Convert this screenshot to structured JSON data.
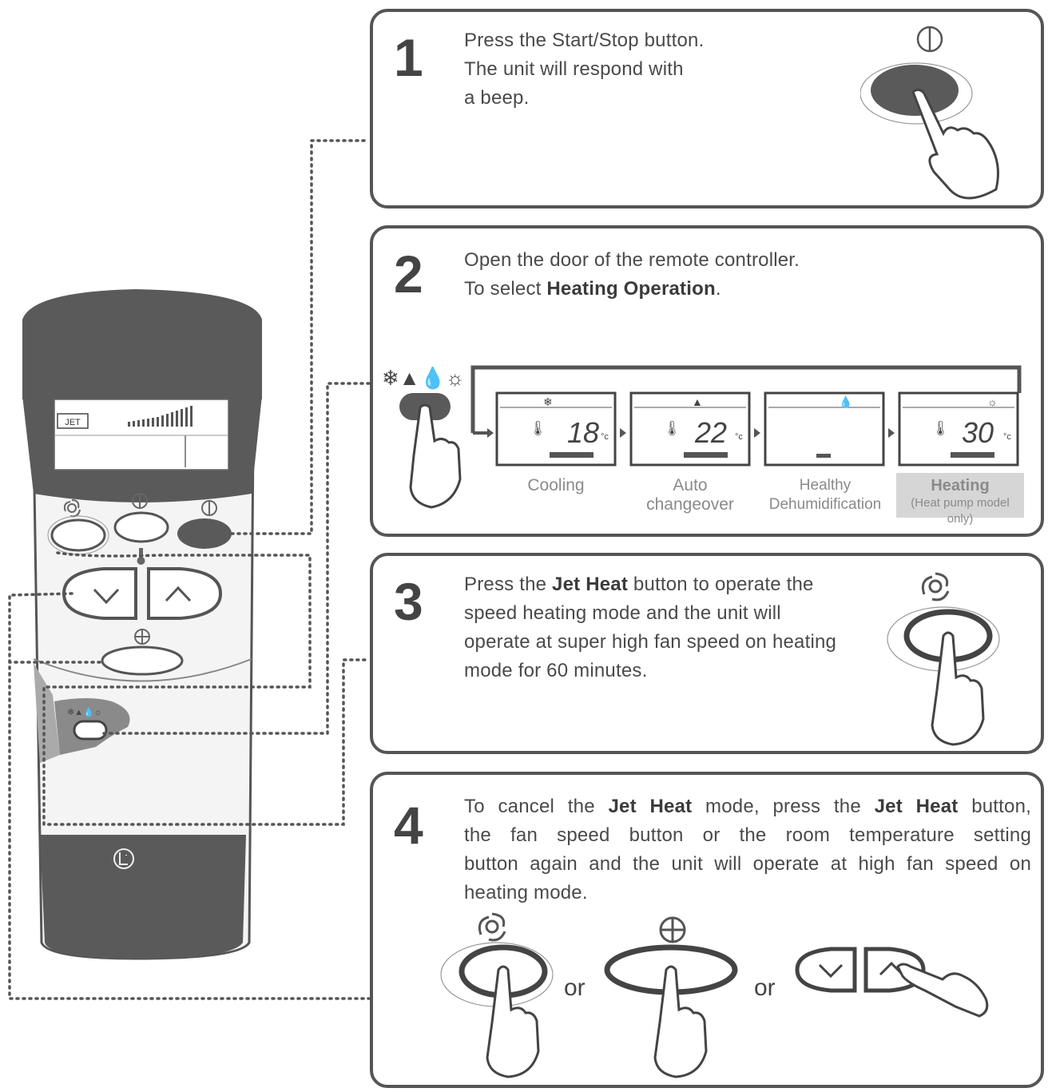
{
  "steps": [
    {
      "number": "1",
      "lines": [
        "Press the Start/Stop button.",
        "The unit will respond with",
        "a beep."
      ]
    },
    {
      "number": "2",
      "line1": "Open the door of the remote controller.",
      "line2_pre": "To select ",
      "line2_bold": "Heating Operation",
      "line2_post": "."
    },
    {
      "number": "3",
      "line1_pre": "Press the ",
      "line1_bold": "Jet Heat",
      "line1_post": " button to operate the",
      "line2": "speed heating mode and the unit will",
      "line3": "operate at super high fan speed on heating",
      "line4": "mode for 60 minutes."
    },
    {
      "number": "4",
      "line1_pre": "To cancel the ",
      "line1_bold1": "Jet Heat",
      "line1_mid": " mode, press the ",
      "line1_bold2": "Jet Heat",
      "line1_post": " button,",
      "line2": "the fan speed button or the room temperature setting",
      "line3": "button again and the unit will operate at high fan speed on",
      "line4": "heating mode.",
      "or_label": "or"
    }
  ],
  "modes": [
    {
      "label": "Cooling",
      "temp": "18",
      "unit": "°c"
    },
    {
      "label_line1": "Auto",
      "label_line2": "changeover",
      "temp": "22",
      "unit": "°c"
    },
    {
      "label_line1": "Healthy",
      "label_line2": "Dehumidification"
    },
    {
      "label_line1": "Heating",
      "label_line2": "(Heat pump model only)",
      "temp": "30",
      "unit": "°c"
    }
  ],
  "remote": {
    "jet_label": "JET"
  },
  "colors": {
    "border": "#555555",
    "remote_body": "#5a5a5a",
    "highlight": "#d6d6d6"
  }
}
